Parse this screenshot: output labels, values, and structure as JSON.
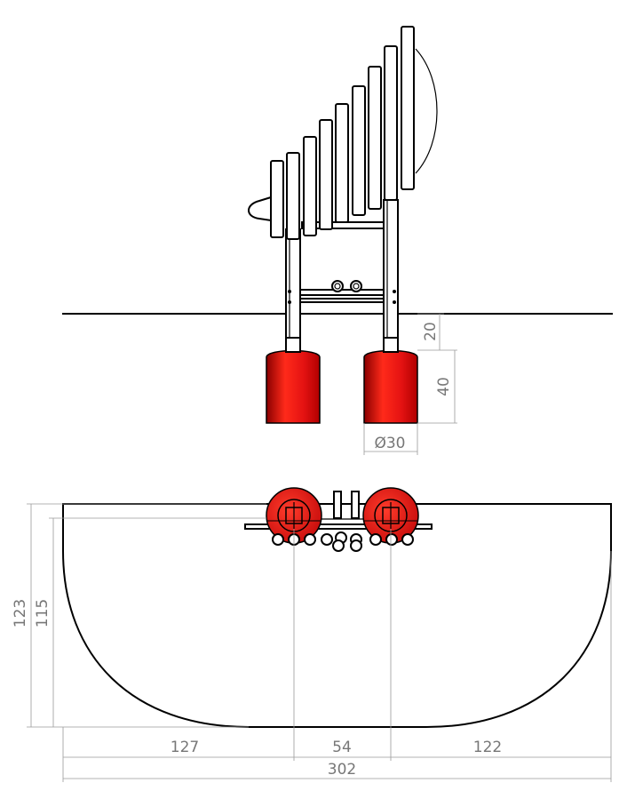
{
  "drawing": {
    "accent_color": "#e41212",
    "line_color": "#000000",
    "dimension_color": "#777777"
  },
  "front_view": {
    "dimensions": {
      "depth": "20",
      "footing_height": "40",
      "footing_diameter": "Ø30"
    }
  },
  "top_view": {
    "dimensions": {
      "overall_depth": "123",
      "inner_depth": "115",
      "left_offset": "127",
      "post_spacing": "54",
      "right_offset": "122",
      "overall_width": "302"
    }
  }
}
